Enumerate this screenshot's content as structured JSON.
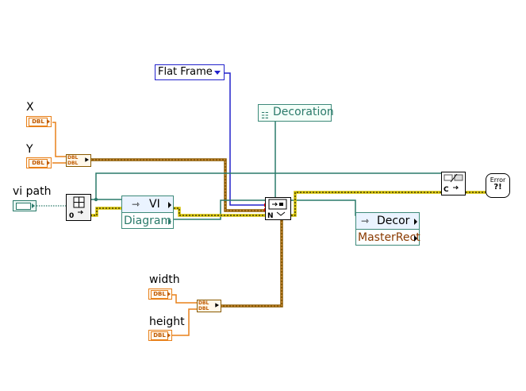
{
  "labels": {
    "x": "X",
    "y": "Y",
    "vi_path": "vi path",
    "width": "width",
    "height": "height"
  },
  "terminals": {
    "dbl": "DBL"
  },
  "ring_constant": {
    "value": "Flat Frame"
  },
  "class_constant": {
    "value": "Decoration"
  },
  "property_nodes": {
    "vi": {
      "class": "VI",
      "property": "Diagram"
    },
    "decor": {
      "class": "Decor",
      "property": "MasterRect"
    }
  },
  "functions": {
    "open_vi": {
      "badge": "0"
    },
    "new_object": {
      "badge": "N"
    },
    "to_string": {
      "badge": "C"
    },
    "error_handler": {
      "text": "Error",
      "glyph": "?!"
    }
  },
  "colors": {
    "numeric": "#e8801a",
    "refnum": "#2a7a6a",
    "enum": "#2222cc",
    "cluster": "#8a5a00",
    "error": "#d4c000"
  }
}
